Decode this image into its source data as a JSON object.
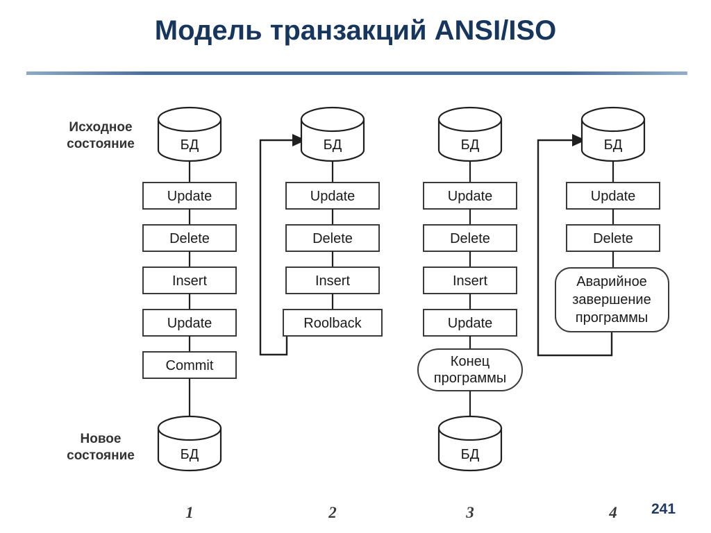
{
  "slide": {
    "title": "Модель транзакций ANSI/ISO",
    "page_number": "241",
    "title_color": "#17365d",
    "divider_color": "#4a6f9b",
    "page_number_color": "#1f3864"
  },
  "diagram": {
    "side_labels": {
      "initial_state": "Исходное состояние",
      "initial_state_line1": "Исходное",
      "initial_state_line2": "состояние",
      "new_state": "Новое состояние",
      "new_state_line1": "Новое",
      "new_state_line2": "состояние"
    },
    "db_label": "БД",
    "columns": [
      {
        "number": "1",
        "top_db": "БД",
        "steps": [
          "Update",
          "Delete",
          "Insert",
          "Update",
          "Commit"
        ],
        "terminator": null,
        "bottom_db": "БД",
        "loop_back": false
      },
      {
        "number": "2",
        "top_db": "БД",
        "steps": [
          "Update",
          "Delete",
          "Insert",
          "Roolback"
        ],
        "terminator": null,
        "bottom_db": null,
        "loop_back": true
      },
      {
        "number": "3",
        "top_db": "БД",
        "steps": [
          "Update",
          "Delete",
          "Insert",
          "Update"
        ],
        "terminator": {
          "line1": "Конец",
          "line2": "программы",
          "line3": ""
        },
        "bottom_db": "БД",
        "loop_back": false
      },
      {
        "number": "4",
        "top_db": "БД",
        "steps": [
          "Update",
          "Delete"
        ],
        "terminator": {
          "line1": "Аварийное",
          "line2": "завершение",
          "line3": "программы"
        },
        "bottom_db": null,
        "loop_back": true
      }
    ]
  }
}
